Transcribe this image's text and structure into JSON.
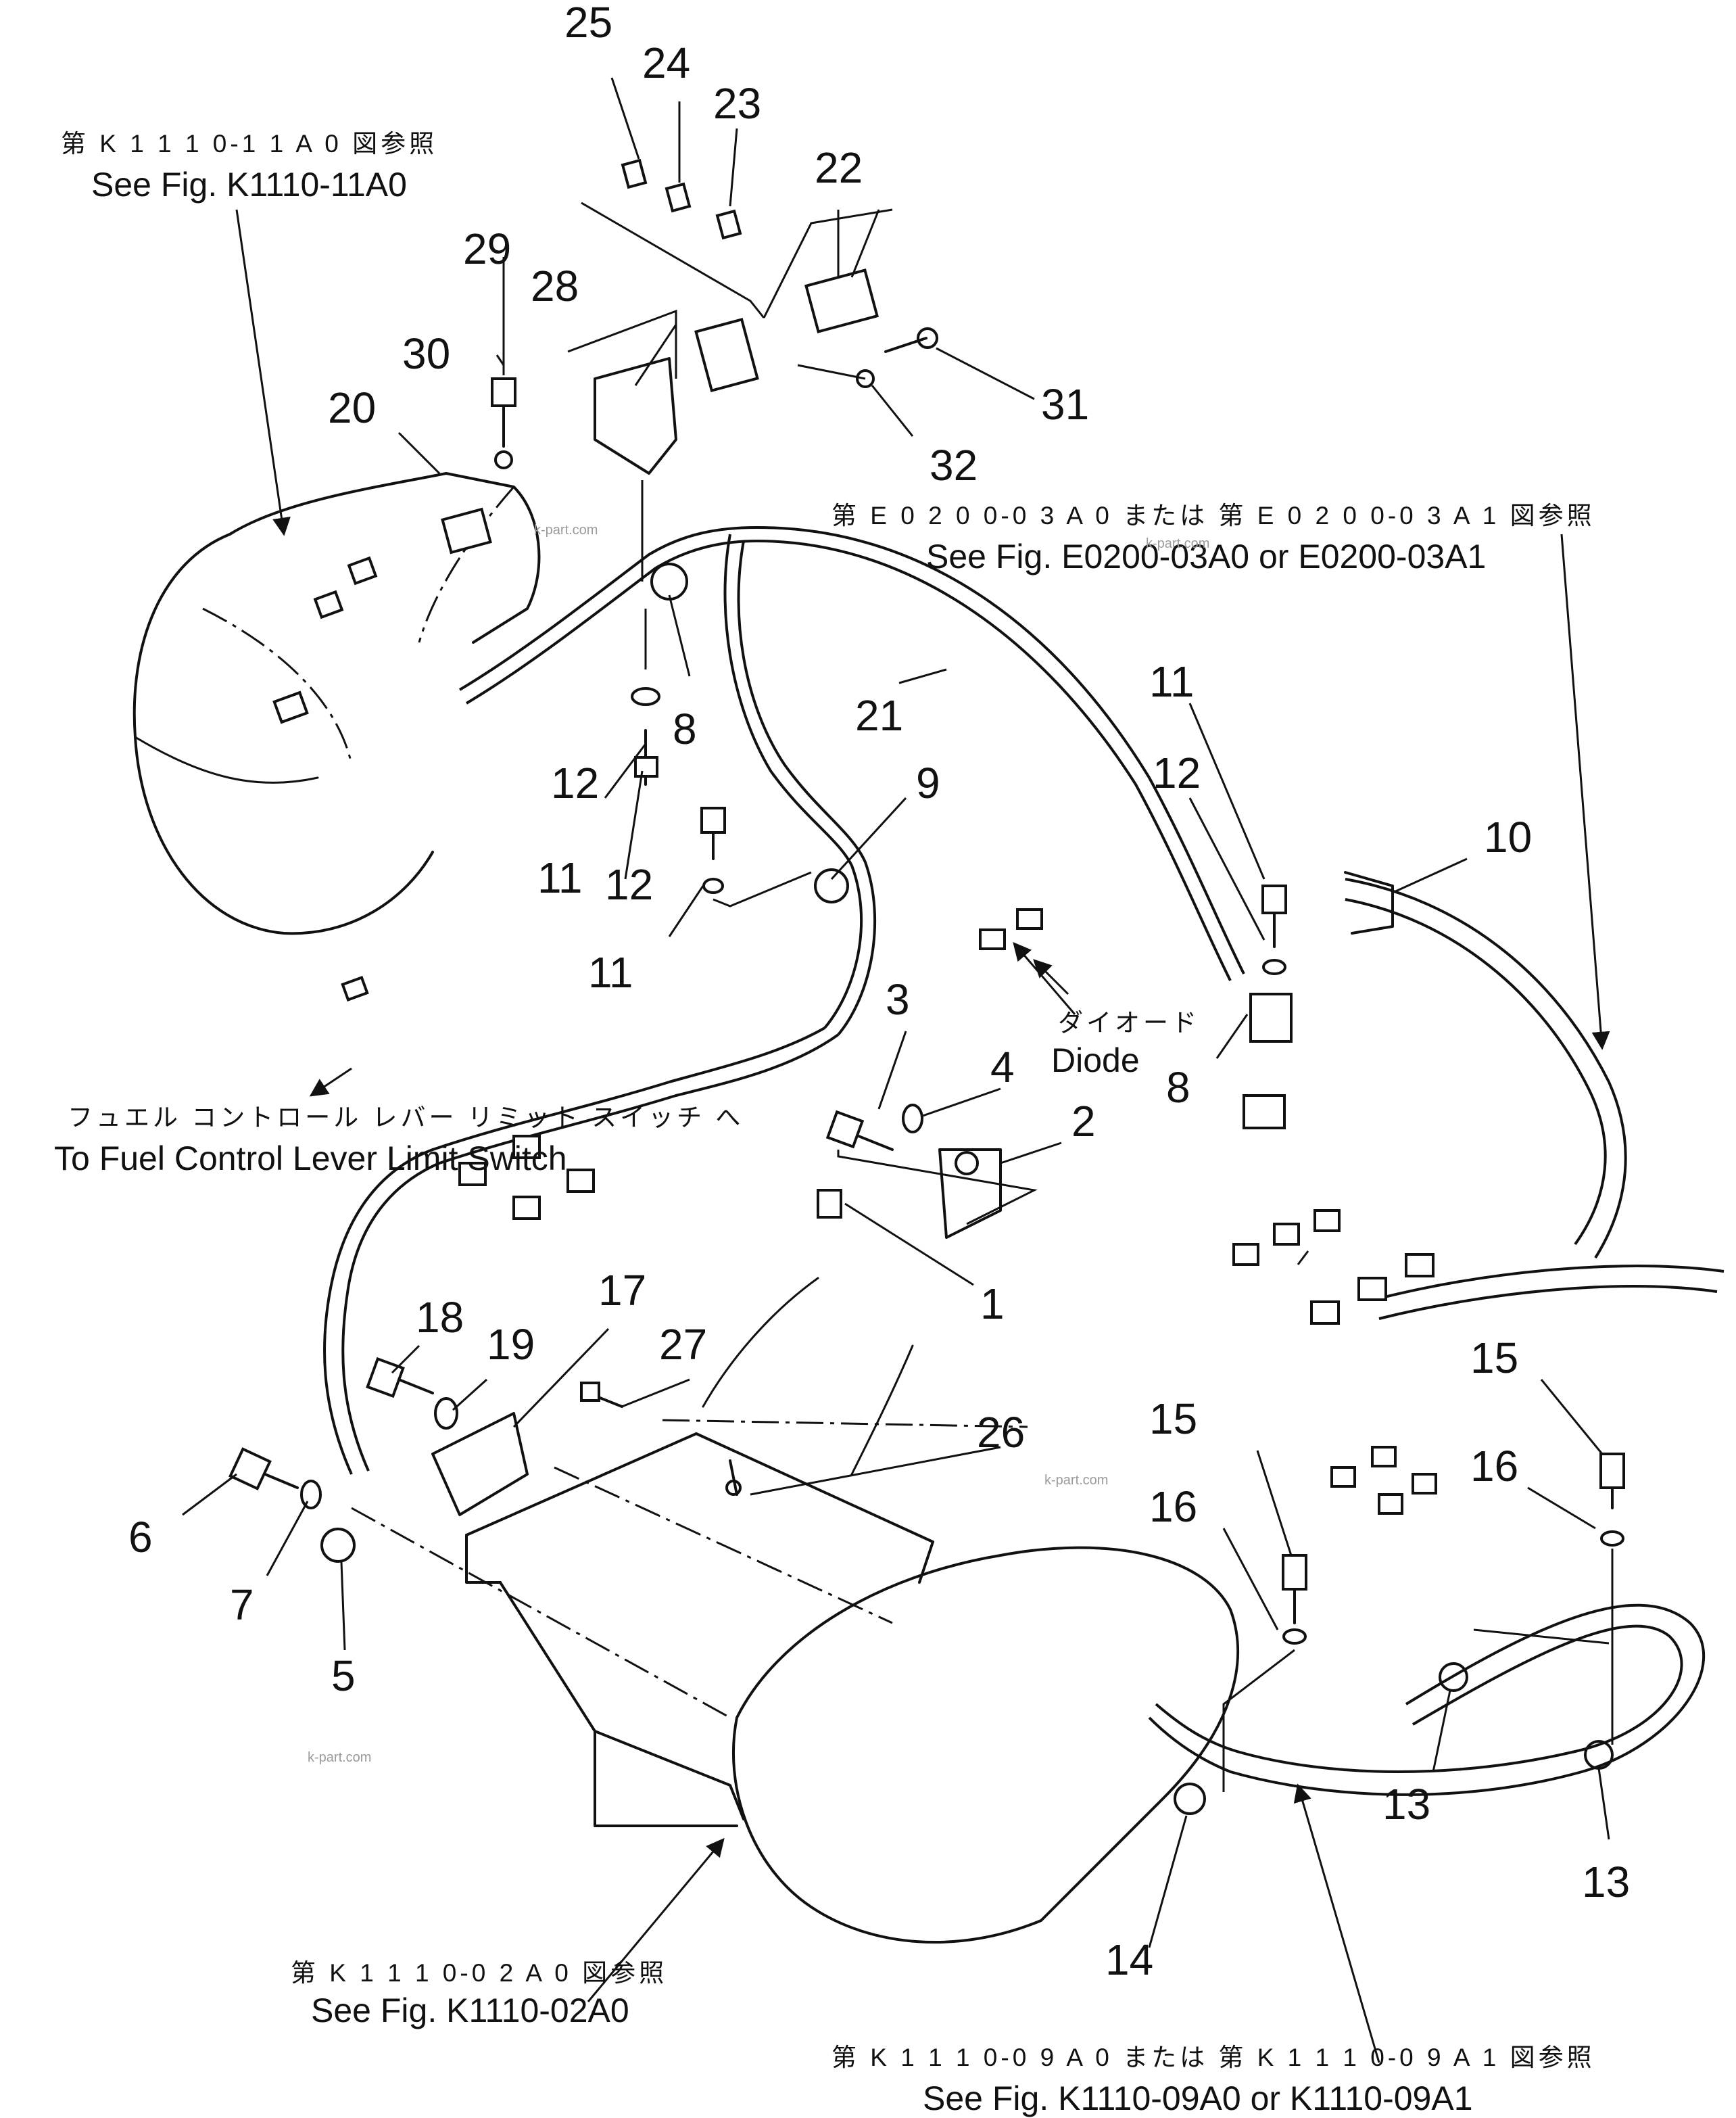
{
  "callout_numbers": [
    "1",
    "2",
    "3",
    "4",
    "5",
    "6",
    "7",
    "8",
    "8",
    "9",
    "10",
    "11",
    "11",
    "11",
    "12",
    "12",
    "12",
    "13",
    "13",
    "14",
    "15",
    "15",
    "16",
    "16",
    "17",
    "18",
    "19",
    "20",
    "21",
    "22",
    "23",
    "24",
    "25",
    "26",
    "27",
    "28",
    "29",
    "30",
    "31",
    "32"
  ],
  "references": {
    "k1110_11a0": {
      "jp": "第 K 1 1 1 0-1 1 A 0 図参照",
      "en": "See Fig. K1110-11A0"
    },
    "e0200_03": {
      "jp": "第 E 0 2 0 0-0 3 A 0 または 第 E 0 2 0 0-0 3 A 1 図参照",
      "en": "See Fig. E0200-03A0 or E0200-03A1"
    },
    "k1110_02a0": {
      "jp": "第 K 1 1 1 0-0 2 A 0 図参照",
      "en": "See Fig. K1110-02A0"
    },
    "k1110_09": {
      "jp": "第 K 1 1 1 0-0 9 A 0 または 第 K 1 1 1 0-0 9 A 1 図参照",
      "en": "See Fig. K1110-09A0 or K1110-09A1"
    }
  },
  "notes": {
    "fuel_limit_switch": {
      "jp": "フュエル コントロール レバー リミット スイッチ へ",
      "en": "To Fuel Control Lever Limit Switch"
    },
    "diode": {
      "jp": "ダイオード",
      "en": "Diode"
    }
  },
  "watermark": "k-part.com"
}
